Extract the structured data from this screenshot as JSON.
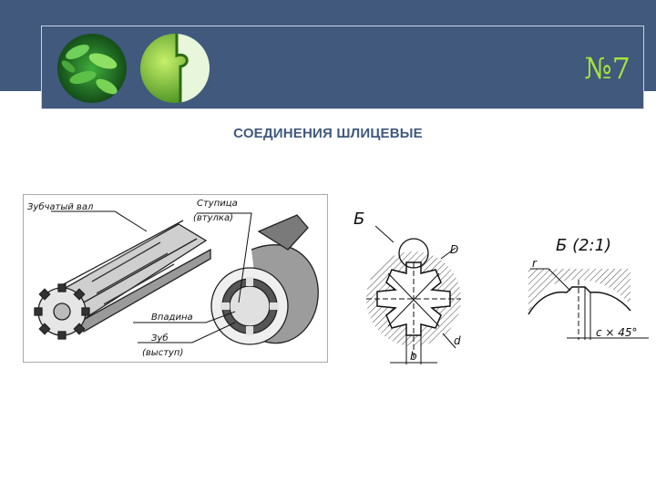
{
  "header": {
    "slide_number": "№7",
    "thumbnails": [
      "green-leaves-photo",
      "green-puzzle-photo"
    ]
  },
  "title": "СОЕДИНЕНИЯ ШЛИЦЕВЫЕ",
  "figure_shaft": {
    "labels": {
      "shaft": "Зубчатый вал",
      "hub": "Ступица",
      "hub_sub": "(втулка)",
      "groove": "Впадина",
      "tooth": "Зуб",
      "tooth_sub": "(выступ)"
    }
  },
  "figure_section": {
    "labels": {
      "view": "Б",
      "outer_diam": "D",
      "inner_diam": "d",
      "width": "b"
    }
  },
  "figure_detail": {
    "labels": {
      "view": "Б (2:1)",
      "radius": "r",
      "chamfer": "c × 45°"
    }
  },
  "colors": {
    "header_bg": "#40597d",
    "slide_number": "#a6e33a",
    "title": "#40597d"
  }
}
